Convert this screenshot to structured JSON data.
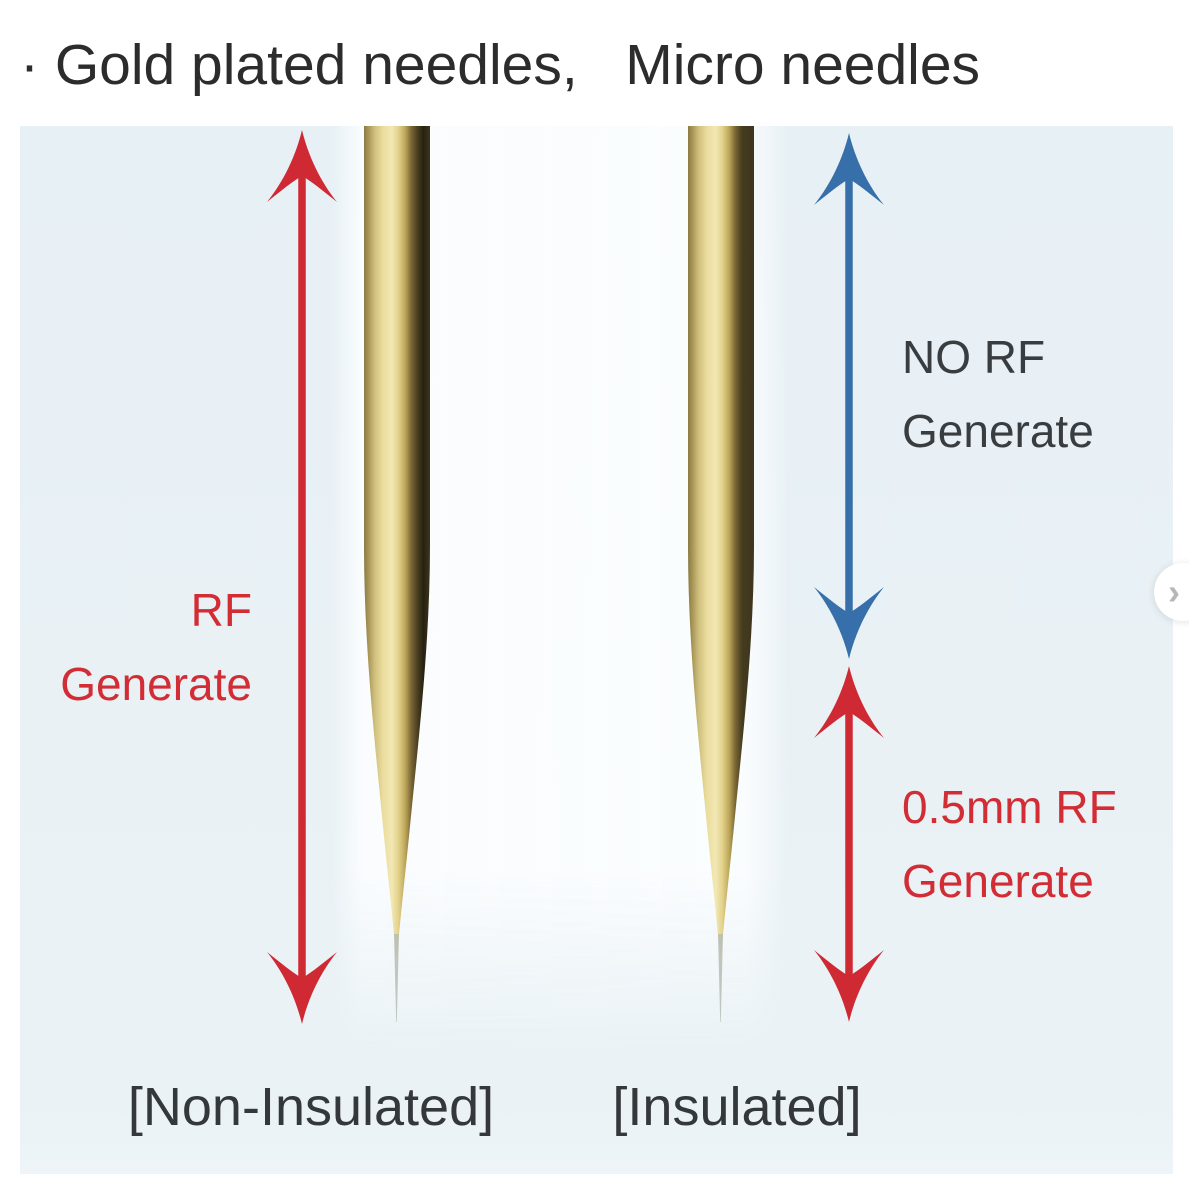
{
  "header": {
    "title": "· Gold plated needles,   Micro needles"
  },
  "diagram": {
    "left_needle": {
      "name": "Non-insulated gold plated micro needle",
      "arrow_label": {
        "line1": "RF",
        "line2": "Generate"
      },
      "caption": "[Non-Insulated]"
    },
    "right_needle": {
      "name": "Insulated gold plated micro needle",
      "no_rf_label": {
        "line1": "NO RF",
        "line2": "Generate"
      },
      "rf_label": {
        "line1": "0.5mm RF",
        "line2": "Generate"
      },
      "caption": "[Insulated]"
    }
  },
  "carousel": {
    "next_icon": "›"
  },
  "colors": {
    "arrow_red": "#cf2933",
    "arrow_blue": "#366fa9",
    "label_red": "#d22c35",
    "label_dark": "#3a3d40",
    "panel_background": "#e9f1f5",
    "needle_gold": "#eadc9c"
  }
}
